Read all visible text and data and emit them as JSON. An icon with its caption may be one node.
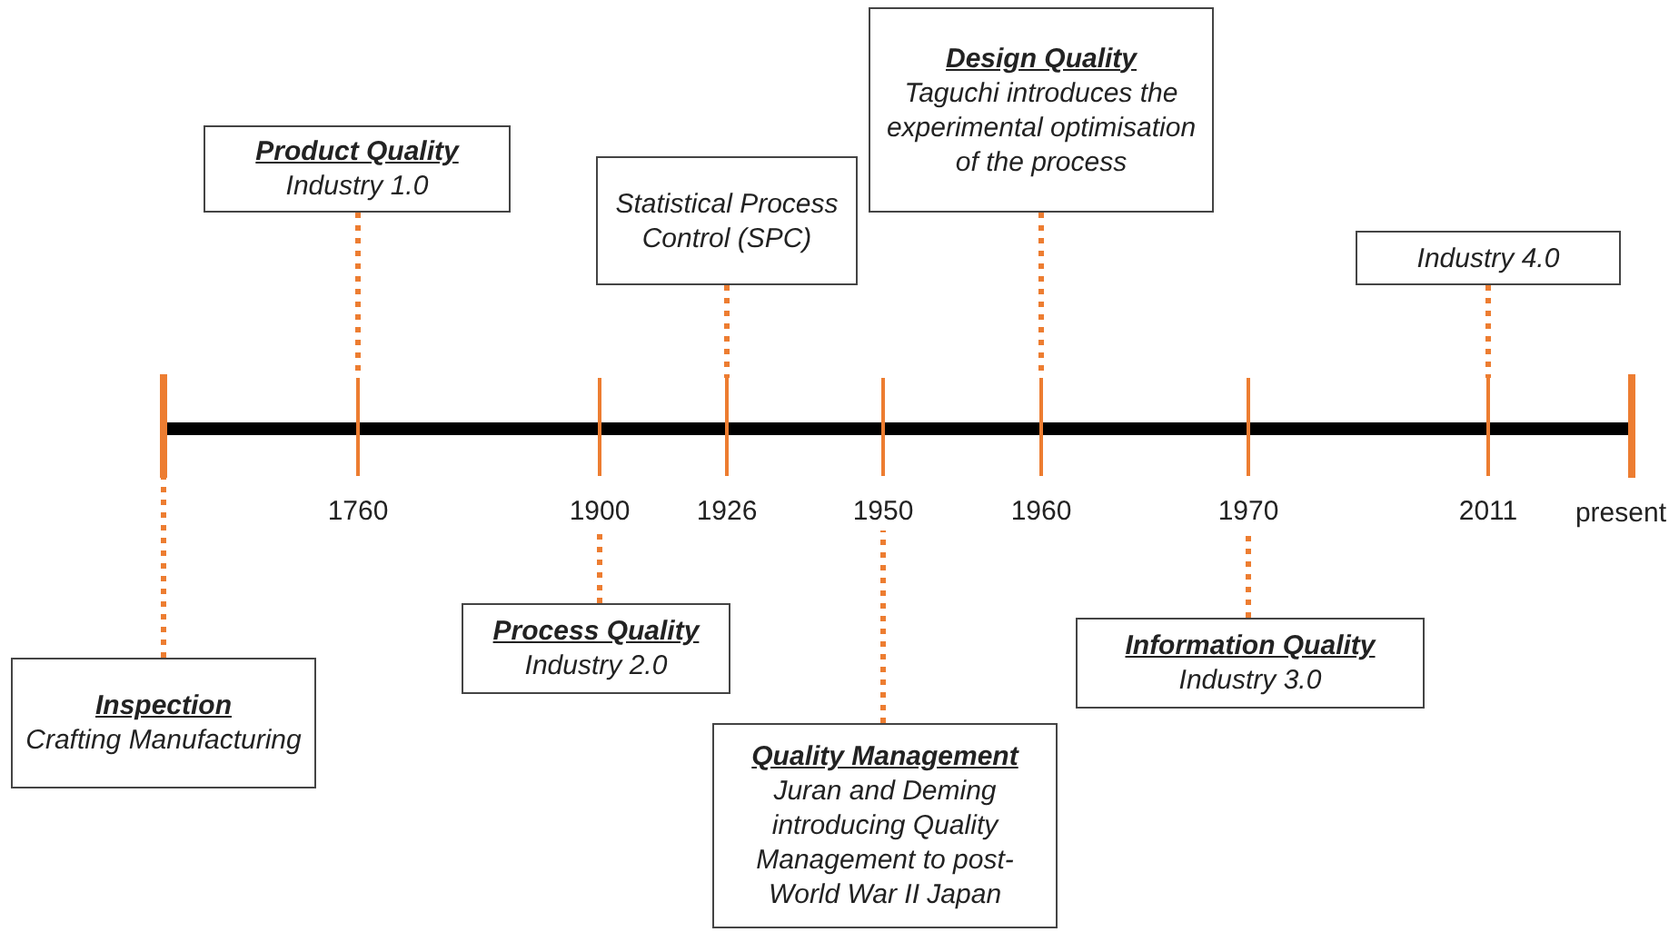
{
  "diagram": {
    "nodes": [
      {
        "text": [
          "Design Quality",
          "Taguchi introduces the experimental optimisation of the process"
        ]
      },
      {
        "text": [
          "Product Quality",
          "Industry 1.0"
        ]
      },
      {
        "text": [
          "Statistical Process Control (SPC)"
        ]
      },
      {
        "text": [
          "Industry 4.0"
        ]
      },
      {
        "text": [
          "Process Quality",
          "Industry 2.0"
        ]
      },
      {
        "text": [
          "Information Quality",
          "Industry 3.0"
        ]
      },
      {
        "text": [
          "Inspection",
          "Crafting Manufacturing"
        ]
      },
      {
        "text": [
          "Quality Management",
          "Juran and Deming introducing Quality Management to post-World War II Japan"
        ]
      },
      {
        "text": [],
        "shape": "bar"
      },
      {
        "text": [],
        "shape": "bar",
        "beside": [
          "1760"
        ]
      },
      {
        "text": [],
        "shape": "bar",
        "beside": [
          "1900"
        ]
      },
      {
        "text": [],
        "shape": "bar",
        "beside": [
          "1926"
        ]
      },
      {
        "text": [],
        "shape": "bar",
        "beside": [
          "1950"
        ]
      },
      {
        "text": [],
        "shape": "bar",
        "beside": [
          "1960"
        ]
      },
      {
        "text": [],
        "shape": "bar",
        "beside": [
          "1970"
        ]
      },
      {
        "text": [],
        "shape": "bar",
        "beside": [
          "2011"
        ]
      },
      {
        "text": [],
        "shape": "bar",
        "beside": [
          "present"
        ]
      }
    ],
    "edges": [
      {
        "from": 6,
        "to": 8,
        "arrow": "none",
        "style": "dashed"
      },
      {
        "from": 1,
        "to": 9,
        "arrow": "none",
        "style": "dashed"
      },
      {
        "from": 4,
        "to": 10,
        "arrow": "none",
        "style": "dashed"
      },
      {
        "from": 2,
        "to": 11,
        "arrow": "none",
        "style": "dashed"
      },
      {
        "from": 7,
        "to": 12,
        "arrow": "none",
        "style": "dashed"
      },
      {
        "from": 0,
        "to": 13,
        "arrow": "none",
        "style": "dashed"
      },
      {
        "from": 5,
        "to": 14,
        "arrow": "none",
        "style": "dashed"
      },
      {
        "from": 3,
        "to": 15,
        "arrow": "none",
        "style": "dashed"
      },
      {
        "from": 8,
        "to": 16,
        "arrow": "none",
        "style": "thick",
        "color": "#000000"
      }
    ]
  }
}
